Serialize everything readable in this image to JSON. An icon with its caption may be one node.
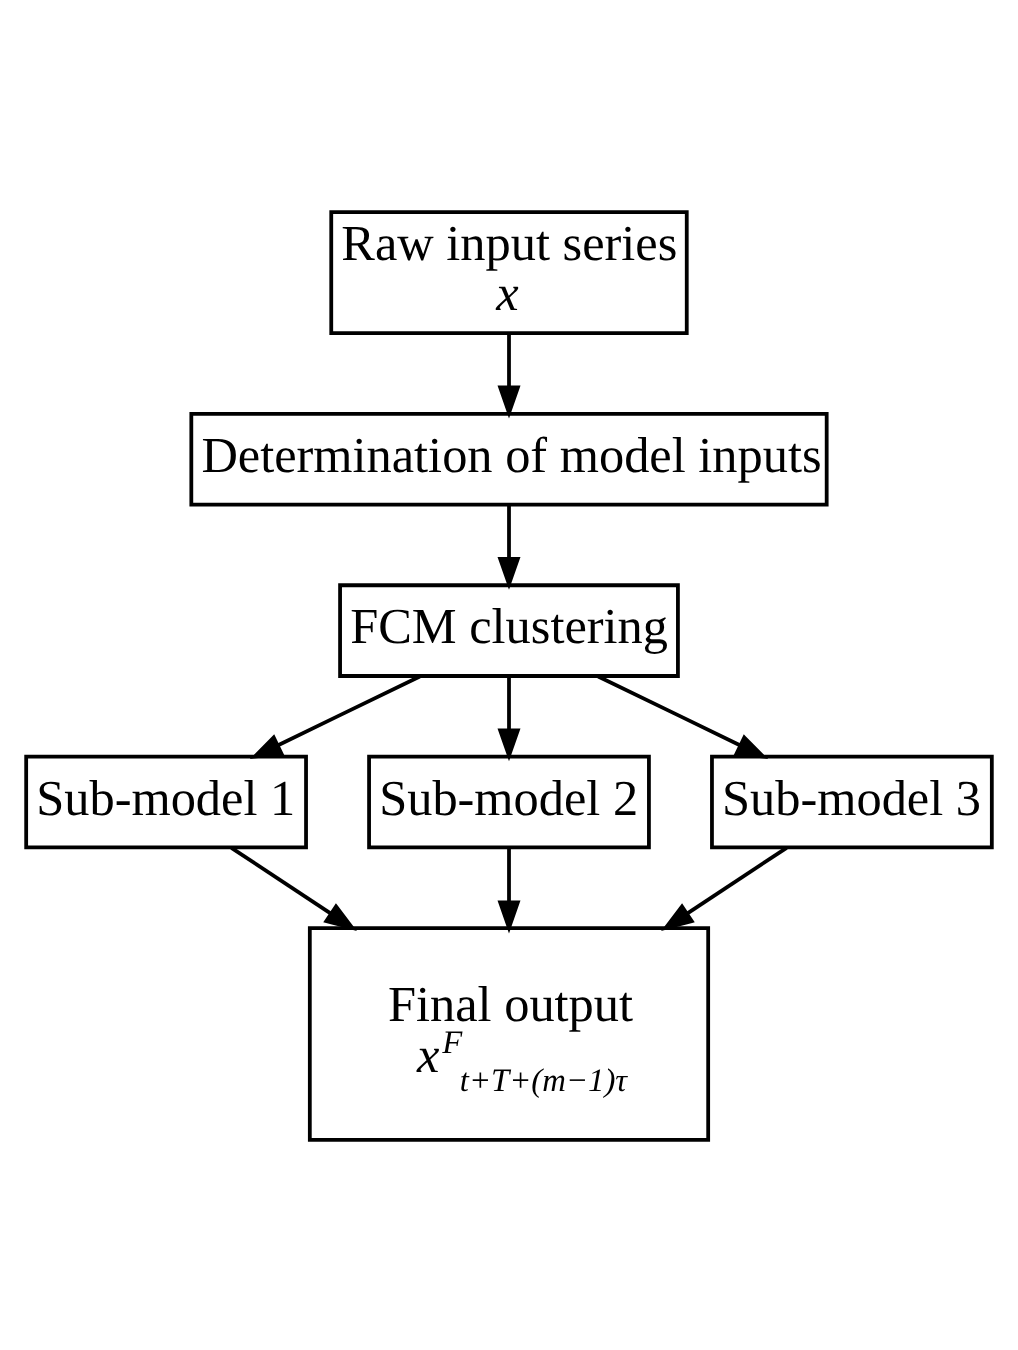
{
  "diagram": {
    "nodes": [
      {
        "text": [
          "Raw input series",
          "x"
        ]
      },
      {
        "text": [
          "Determination of model inputs"
        ]
      },
      {
        "text": [
          "FCM clustering"
        ]
      },
      {
        "text": [
          "Sub-model 1"
        ]
      },
      {
        "text": [
          "Sub-model 2"
        ]
      },
      {
        "text": [
          "Sub-model 3"
        ]
      },
      {
        "text": [
          "Final output",
          "x$^{F}$$_{t+T+(m−1)τ}$"
        ]
      }
    ],
    "edges": [
      {
        "from": 0,
        "to": 1,
        "arrow": "to"
      },
      {
        "from": 1,
        "to": 2,
        "arrow": "to"
      },
      {
        "from": 2,
        "to": 3,
        "arrow": "to"
      },
      {
        "from": 2,
        "to": 4,
        "arrow": "to"
      },
      {
        "from": 2,
        "to": 5,
        "arrow": "to"
      },
      {
        "from": 3,
        "to": 6,
        "arrow": "to"
      },
      {
        "from": 4,
        "to": 6,
        "arrow": "to"
      },
      {
        "from": 5,
        "to": 6,
        "arrow": "to"
      }
    ]
  }
}
